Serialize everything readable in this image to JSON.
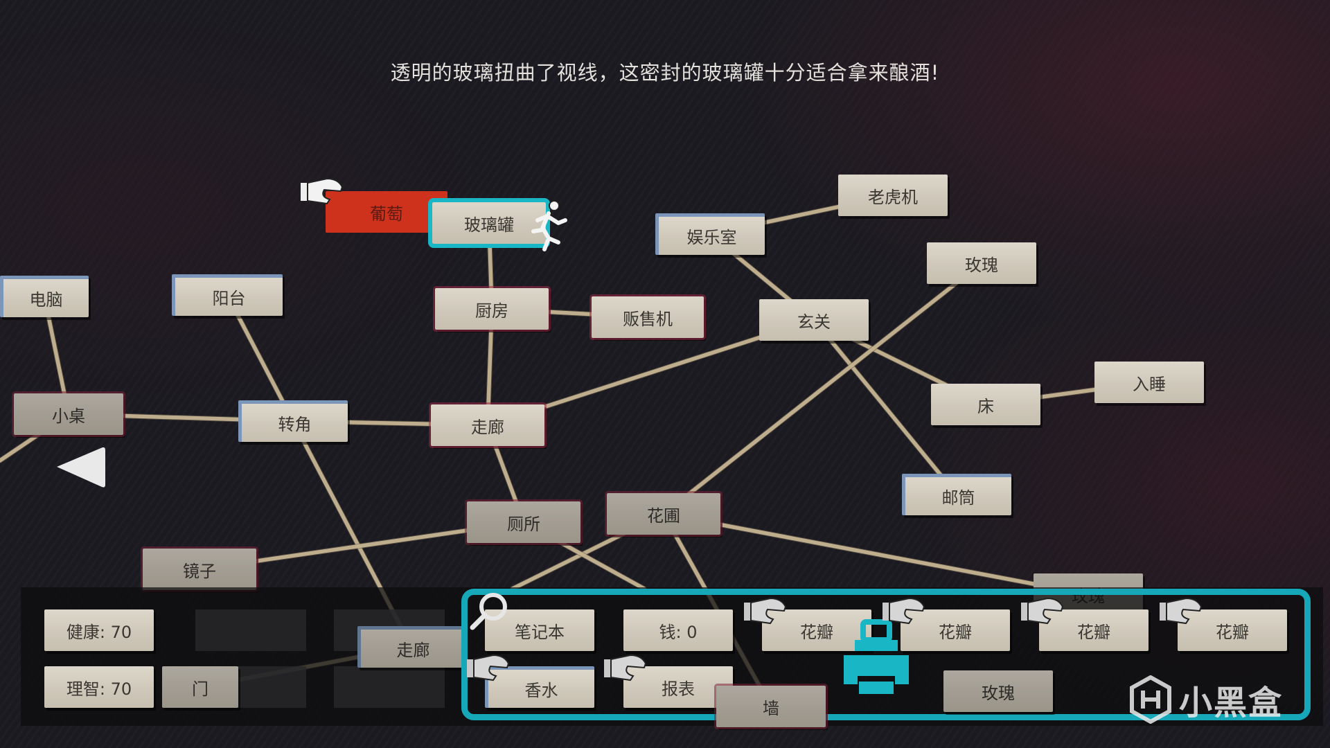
{
  "hint_text": "透明的玻璃扭曲了视线，这密封的玻璃罐十分适合拿来酿酒!",
  "colors": {
    "card": "#d6d0c3",
    "selected_card": "#cf321c",
    "accent": "#19b6c6",
    "rope": "#c9b794",
    "background": "#1c1b21"
  },
  "board_cards": {
    "grape": "葡萄",
    "glass_jar": "玻璃罐",
    "entertainment_room": "娱乐室",
    "slot_machine": "老虎机",
    "rose_1": "玫瑰",
    "computer": "电脑",
    "balcony": "阳台",
    "kitchen": "厨房",
    "vending_machine": "贩售机",
    "entrance": "玄关",
    "sleep": "入睡",
    "bed": "床",
    "small_table": "小桌",
    "corner": "转角",
    "corridor_1": "走廊",
    "mailbox": "邮筒",
    "toilet": "厕所",
    "garden": "花圃",
    "mirror": "镜子",
    "rose_partial": "玫瑰",
    "corridor_2": "走廊",
    "door": "门",
    "wall": "墙",
    "rose_2": "玫瑰"
  },
  "stats": {
    "health": "健康: 70",
    "sanity": "理智: 70"
  },
  "inventory": {
    "notebook": "笔记本",
    "money": "钱: 0",
    "petal_1": "花瓣",
    "petal_2": "花瓣",
    "petal_3": "花瓣",
    "petal_4": "花瓣",
    "perfume": "香水",
    "newspaper": "报表"
  },
  "icons": [
    "grab-hand-icon",
    "running-man-icon",
    "back-arrow-icon",
    "magnifier-icon",
    "printer-icon",
    "xiaoheihe-logo-icon"
  ],
  "watermark": "小黑盒"
}
